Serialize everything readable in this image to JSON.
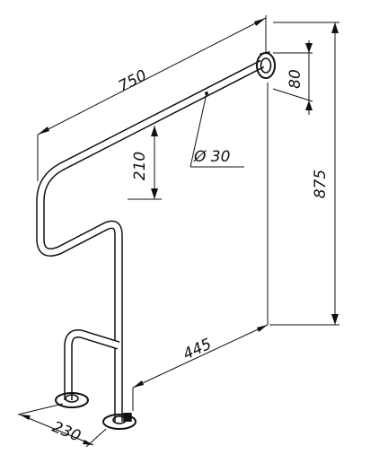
{
  "drawing": {
    "dimensions": {
      "total_length": "750",
      "wall_plate": "80",
      "bend_offset": "210",
      "tube_diameter": "Ø 30",
      "total_height": "875",
      "projection": "445",
      "base_width": "230"
    },
    "line_color": "#111111",
    "background_color": "#ffffff"
  }
}
